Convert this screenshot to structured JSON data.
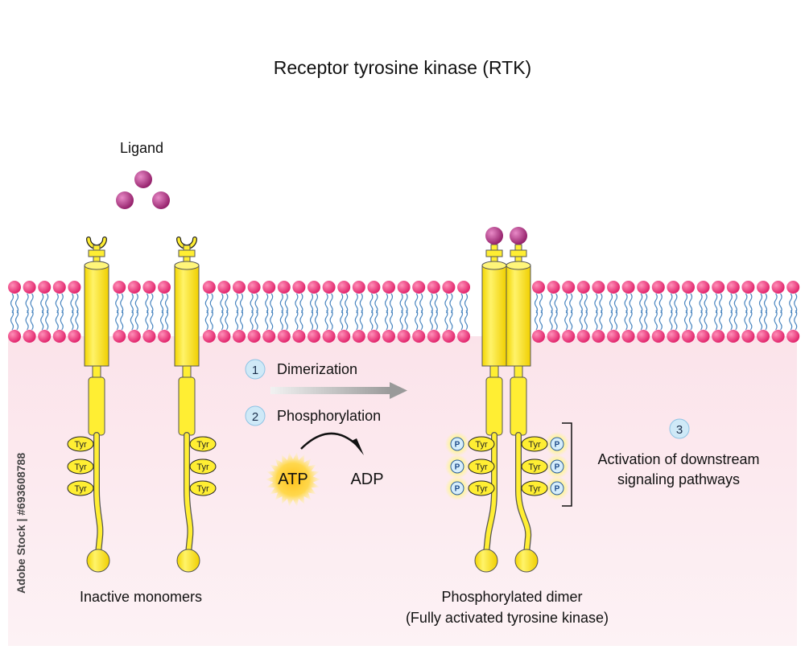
{
  "title": "Receptor tyrosine kinase (RTK)",
  "labels": {
    "ligand": "Ligand",
    "inactive": "Inactive monomers",
    "dimer_line1": "Phosphorylated dimer",
    "dimer_line2": "(Fully activated tyrosine kinase)",
    "activation_line1": "Activation of downstream",
    "activation_line2": "signaling pathways",
    "atp": "ATP",
    "adp": "ADP",
    "tyr": "Tyr",
    "phosphate": "P"
  },
  "steps": [
    {
      "number": "1",
      "label": "Dimerization"
    },
    {
      "number": "2",
      "label": "Phosphorylation"
    },
    {
      "number": "3",
      "label": ""
    }
  ],
  "watermark": "Adobe Stock | #693608788",
  "colors": {
    "membrane_head": "#e8256f",
    "membrane_tail": "#4a86c0",
    "cytoplasm": "#fbe9ee",
    "receptor_fill": "#ffee33",
    "receptor_stroke": "#c9a800",
    "ligand": "#9b1b6b",
    "step_circle": "#cfe9f7",
    "atp_glow": "#ffd21a"
  }
}
